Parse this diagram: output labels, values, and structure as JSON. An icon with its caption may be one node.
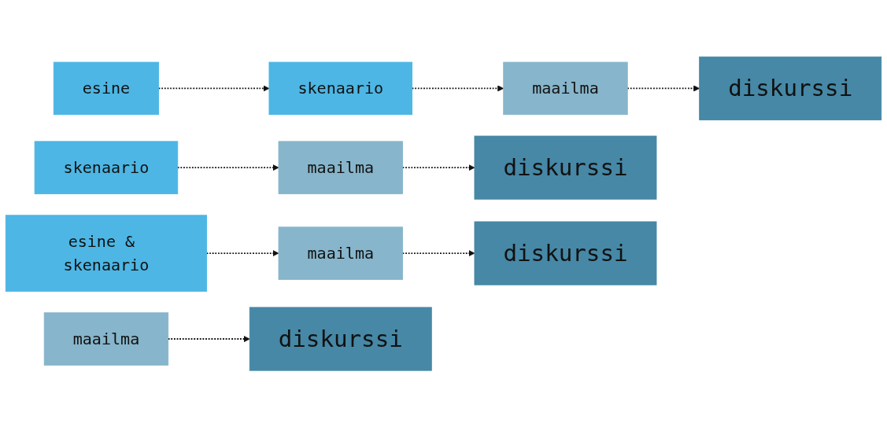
{
  "diagram": {
    "nodes": [
      {
        "text": [
          "esine"
        ]
      },
      {
        "text": [
          "skenaario"
        ]
      },
      {
        "text": [
          "maailma"
        ]
      },
      {
        "text": [
          "diskurssi"
        ]
      },
      {
        "text": [
          "skenaario"
        ]
      },
      {
        "text": [
          "maailma"
        ]
      },
      {
        "text": [
          "diskurssi"
        ]
      },
      {
        "text": [
          "esine & skenaario"
        ]
      },
      {
        "text": [
          "maailma"
        ]
      },
      {
        "text": [
          "diskurssi"
        ]
      },
      {
        "text": [
          "maailma"
        ]
      },
      {
        "text": [
          "diskurssi"
        ]
      }
    ],
    "edges": [
      {
        "from": 0,
        "to": 1,
        "arrow": "to",
        "style": "dashed"
      },
      {
        "from": 1,
        "to": 2,
        "arrow": "to",
        "style": "dashed"
      },
      {
        "from": 2,
        "to": 3,
        "arrow": "to",
        "style": "dashed"
      },
      {
        "from": 4,
        "to": 5,
        "arrow": "to",
        "style": "dashed"
      },
      {
        "from": 5,
        "to": 6,
        "arrow": "to",
        "style": "dashed"
      },
      {
        "from": 7,
        "to": 8,
        "arrow": "to",
        "style": "dashed"
      },
      {
        "from": 8,
        "to": 9,
        "arrow": "to",
        "style": "dashed"
      },
      {
        "from": 10,
        "to": 11,
        "arrow": "to",
        "style": "dashed"
      }
    ]
  }
}
